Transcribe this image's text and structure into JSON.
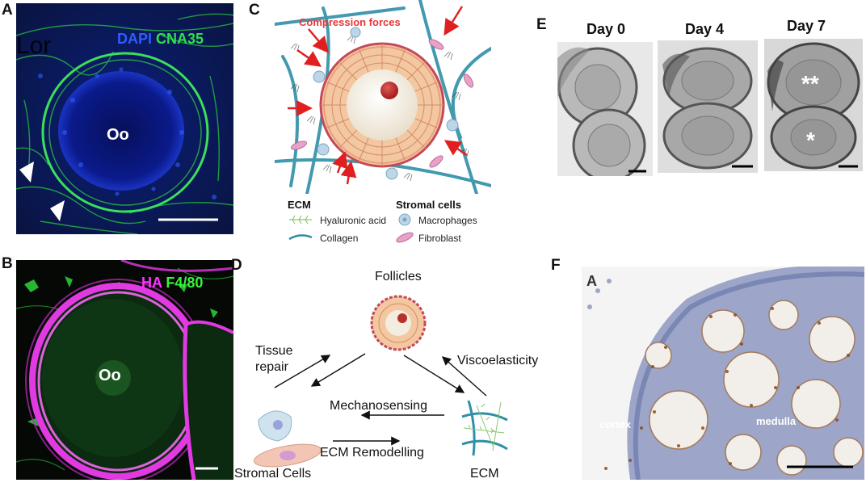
{
  "panels": {
    "A": {
      "label": "A",
      "stain_dapi": "DAPI",
      "stain_cna35": "CNA35",
      "corner_text": "Lor",
      "oocyte_label": "Oo",
      "colors": {
        "dapi": "#2f5cff",
        "cna35": "#2ee04a"
      }
    },
    "B": {
      "label": "B",
      "stain_ha": "HA",
      "stain_f480": "F4/80",
      "oocyte_label": "Oo",
      "colors": {
        "ha": "#ff33ff",
        "f480": "#3cf03c"
      }
    },
    "C": {
      "label": "C",
      "title": "Compression forces",
      "ecm_heading": "ECM",
      "stromal_heading": "Stromal cells",
      "legend": {
        "hyaluronic_acid": "Hyaluronic acid",
        "collagen": "Collagen",
        "macrophages": "Macrophages",
        "fibroblast": "Fibroblast"
      },
      "colors": {
        "title": "#e8363a",
        "arrow": "#e02020",
        "collagen": "#2f8fa6"
      }
    },
    "D": {
      "label": "D",
      "follicles": "Follicles",
      "tissue_repair_1": "Tissue",
      "tissue_repair_2": "repair",
      "viscoelasticity": "Viscoelasticity",
      "mechanosensing": "Mechanosensing",
      "ecm_remodelling": "ECM Remodelling",
      "stromal_cells": "Stromal Cells",
      "ecm": "ECM"
    },
    "E": {
      "label": "E",
      "days": [
        "Day 0",
        "Day 4",
        "Day 7"
      ],
      "marker_double": "**",
      "marker_single": "*"
    },
    "F": {
      "label": "F",
      "inner_label": "A",
      "cortex": "cortex",
      "medulla": "medulla"
    }
  }
}
